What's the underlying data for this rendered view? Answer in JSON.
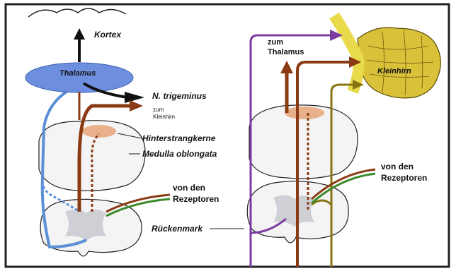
{
  "labels": {
    "kortex": "Kortex",
    "thalamus": "Thalamus",
    "n_trigeminus": "N. trigeminus",
    "zum_kleinhirn_left_1": "zum",
    "zum_kleinhirn_left_2": "Kleinhirn",
    "hinterstrangkerne": "Hinterstrangkerne",
    "medulla": "Medulla oblongata",
    "von_den_left_1": "von den",
    "von_den_left_2": "Rezeptoren",
    "rueckenmark": "Rückenmark",
    "zum_thalamus_1": "zum",
    "zum_thalamus_2": "Thalamus",
    "kleinhirn": "Kleinhirn",
    "von_den_right_1": "von den",
    "von_den_right_2": "Rezeptoren"
  },
  "colors": {
    "blue_pathway": "#5b8fd6",
    "brown_pathway": "#8a3b14",
    "green_pathway": "#3c8a2a",
    "purple_pathway": "#7a3ca0",
    "olive_pathway": "#8a7412",
    "thalamus_fill": "#6e8fe0",
    "kleinhirn_fill": "#d9c23a",
    "tissue_fill": "#f4f4f4",
    "gray_matter": "#cfcfd6",
    "nucleus_fill": "#e9b08c",
    "frame": "#222222"
  }
}
